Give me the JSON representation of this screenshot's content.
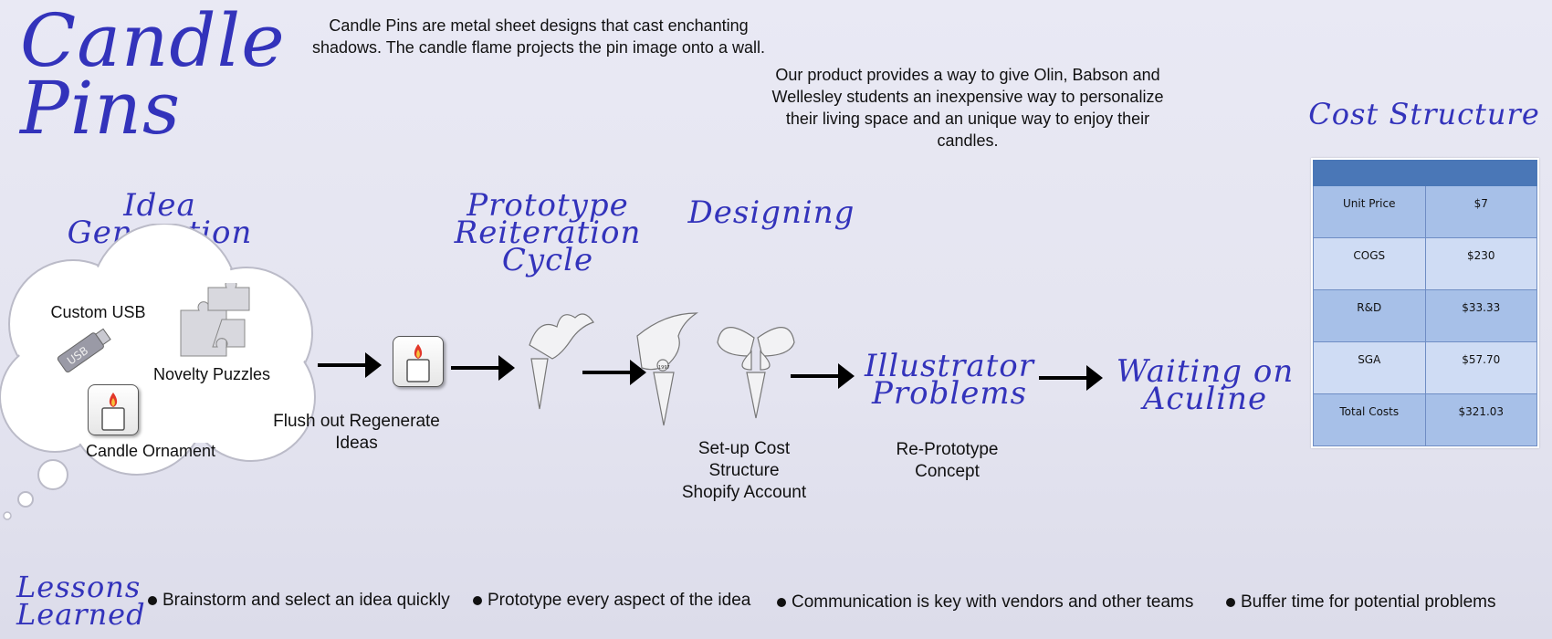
{
  "header": {
    "title_line1": "Candle",
    "title_line2": "Pins",
    "intro": "Candle Pins  are metal sheet designs that cast enchanting shadows. The candle flame projects the pin image onto a wall.",
    "value_prop": "Our product provides a way to give Olin, Babson and Wellesley students an inexpensive  way to personalize their living space and an unique way to enjoy their candles."
  },
  "sections": {
    "idea_generation": "Idea Generation",
    "prototype_line1": "Prototype",
    "prototype_line2": "Reiteration",
    "prototype_line3": "Cycle",
    "designing": "Designing",
    "illustrator_line1": "Illustrator",
    "illustrator_line2": "Problems",
    "waiting_line1": "Waiting on",
    "waiting_line2": "Aculine",
    "cost_structure": "Cost Structure"
  },
  "cloud": {
    "custom_usb": "Custom USB",
    "usb_badge": "USB",
    "novelty_puzzles": "Novelty Puzzles",
    "candle_ornament": "Candle Ornament"
  },
  "steps": {
    "flush_line1": "Flush out Regenerate",
    "flush_line2": "Ideas",
    "setup_line1": "Set-up Cost",
    "setup_line2": "Structure",
    "setup_line3": "Shopify Account",
    "reproto_line1": "Re-Prototype",
    "reproto_line2": "Concept",
    "pin_stamp": "1997"
  },
  "cost_table": {
    "rows": [
      {
        "label": "Unit Price",
        "value": "$7"
      },
      {
        "label": "COGS",
        "value": "$230"
      },
      {
        "label": "R&D",
        "value": "$33.33"
      },
      {
        "label": "SGA",
        "value": "$57.70"
      },
      {
        "label": "Total Costs",
        "value": "$321.03"
      }
    ]
  },
  "lessons": {
    "title_line1": "Lessons",
    "title_line2": "Learned",
    "items": [
      "Brainstorm and select an idea quickly",
      "Prototype every aspect of the idea",
      "Communication is key with vendors and other teams",
      "Buffer time for potential problems"
    ]
  },
  "colors": {
    "accent": "#3333bb",
    "table_header": "#4a77b7",
    "table_dark": "#a7c0e8",
    "table_light": "#cfdcf4"
  }
}
